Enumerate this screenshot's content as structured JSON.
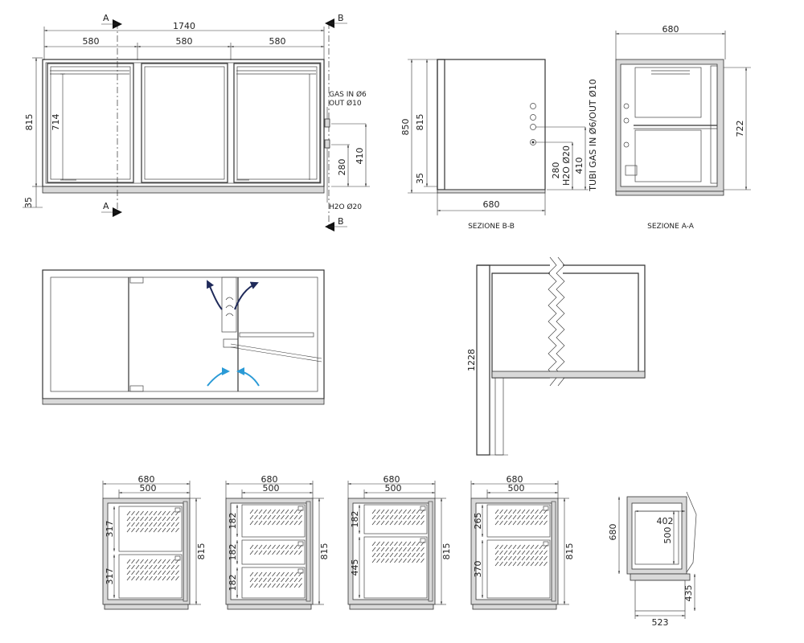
{
  "front": {
    "overall_width": "1740",
    "module_widths": [
      "580",
      "580",
      "580"
    ],
    "height": "815",
    "door_height": "714",
    "foot_height": "35",
    "gas_label_1": "GAS IN Ø6",
    "gas_label_2": "OUT Ø10",
    "h2o_label": "H2O Ø20",
    "dim_280": "280",
    "dim_410": "410",
    "section_a": "A",
    "section_b": "B"
  },
  "side_view": {
    "total_height": "850",
    "height": "815",
    "foot_height": "35",
    "depth": "680",
    "dim_280": "280",
    "dim_410": "410",
    "h2o_label": "H2O Ø20",
    "tubi_label": "TUBI GAS IN Ø6/OUT Ø10",
    "caption": "SEZIONE B-B"
  },
  "section_aa": {
    "width": "680",
    "height": "722",
    "caption": "SEZIONE A-A"
  },
  "section_partial": {
    "height": "1228"
  },
  "drawer_views": [
    {
      "width": "680",
      "inner": "500",
      "height": "815",
      "compartments": [
        "317",
        "317"
      ]
    },
    {
      "width": "680",
      "inner": "500",
      "height": "815",
      "compartments": [
        "182",
        "182",
        "182"
      ]
    },
    {
      "width": "680",
      "inner": "500",
      "height": "815",
      "compartments": [
        "182",
        "445"
      ]
    },
    {
      "width": "680",
      "inner": "500",
      "height": "815",
      "compartments": [
        "265",
        "370"
      ]
    }
  ],
  "drawer_detail": {
    "depth": "680",
    "width": "402",
    "inner_depth": "500",
    "height": "435",
    "bottom_width": "523"
  },
  "colors": {
    "airflow_hot": "#1f2a5a",
    "airflow_cold": "#2a9ad6",
    "panel_grey": "#d9d9d9"
  }
}
